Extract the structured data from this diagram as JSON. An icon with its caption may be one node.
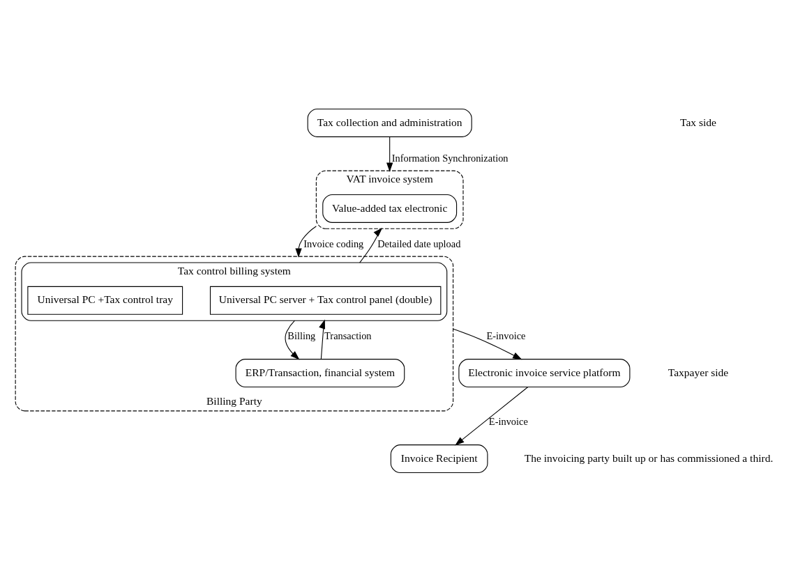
{
  "diagram": {
    "nodes": [
      {
        "text": [
          "VAT invoice system"
        ]
      },
      {
        "text": [
          "Value-added tax electronic"
        ],
        "in": 0
      },
      {
        "text": [
          "Tax collection and administration"
        ]
      },
      {
        "text": [
          "Billing Party"
        ]
      },
      {
        "text": [
          "Tax control billing system"
        ],
        "in": 3
      },
      {
        "text": [
          "Universal PC server + Tax control panel (double)"
        ],
        "in": 4
      },
      {
        "text": [
          "Universal PC +Tax control tray"
        ],
        "in": 4
      },
      {
        "text": [
          "ERP/Transaction, financial system"
        ],
        "in": 3
      },
      {
        "text": [
          "Electronic invoice service platform"
        ]
      },
      {
        "text": [
          "Invoice Recipient"
        ]
      }
    ],
    "edges": [
      {
        "from": 2,
        "to": 0,
        "arrow": "to",
        "label": "Information Synchronization"
      },
      {
        "from": 0,
        "to": 3,
        "arrow": "to",
        "label": "Invoice coding"
      },
      {
        "from": 4,
        "to": 0,
        "arrow": "to",
        "label": "Detailed date upload"
      },
      {
        "from": 4,
        "to": 7,
        "arrow": "to",
        "label": "Billing"
      },
      {
        "from": 7,
        "to": 4,
        "arrow": "to",
        "label": "Transaction"
      },
      {
        "from": 3,
        "to": 8,
        "arrow": "to",
        "label": "E-invoice"
      },
      {
        "from": 8,
        "to": 9,
        "arrow": "to",
        "label": "E-invoice"
      }
    ],
    "labels": [
      "Tax side",
      "Taxpayer side",
      "The invoicing party built up or has commissioned a third."
    ]
  }
}
